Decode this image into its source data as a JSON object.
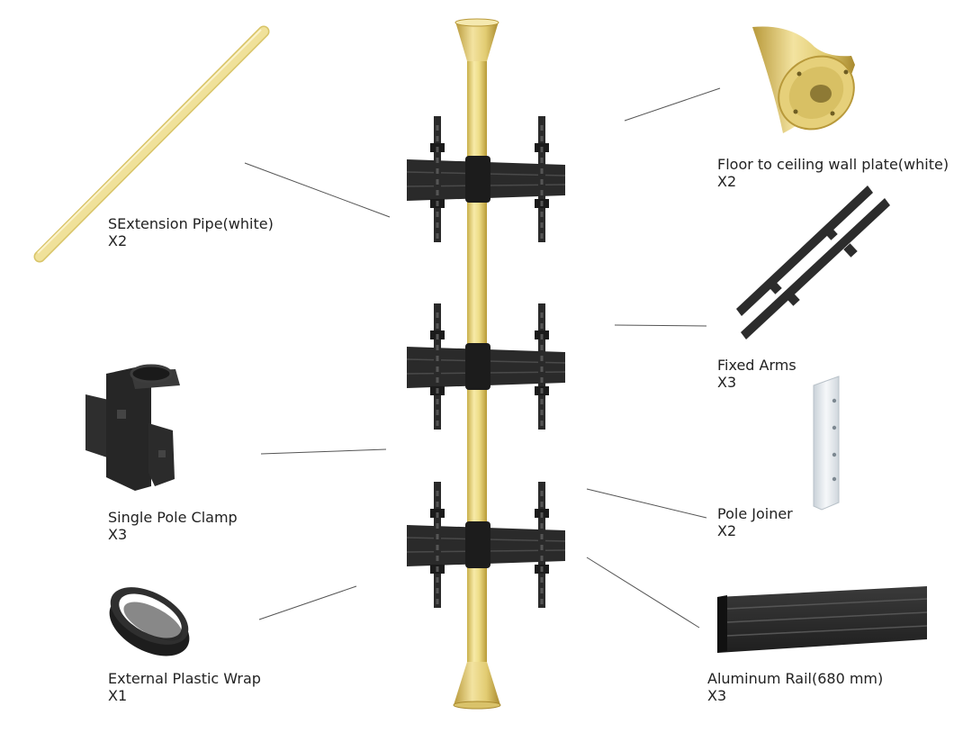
{
  "parts": [
    {
      "id": "extension-pipe",
      "name": "SExtension Pipe(white)",
      "qty": "X2"
    },
    {
      "id": "single-pole-clamp",
      "name": "Single Pole Clamp",
      "qty": "X3"
    },
    {
      "id": "external-plastic-wrap",
      "name": "External Plastic Wrap",
      "qty": "X1"
    },
    {
      "id": "wall-plate",
      "name": "Floor to ceiling wall plate(white)",
      "qty": "X2"
    },
    {
      "id": "fixed-arms",
      "name": "Fixed Arms",
      "qty": "X3"
    },
    {
      "id": "pole-joiner",
      "name": "Pole Joiner",
      "qty": "X2"
    },
    {
      "id": "aluminum-rail",
      "name": "Aluminum Rail(680 mm)",
      "qty": "X3"
    }
  ],
  "colors": {
    "pole": "#eedd88",
    "pole_shade": "#c9b04a",
    "bracket": "#2a2a2a",
    "bracket_light": "#4a4a4a",
    "joiner": "#e9eef2",
    "leader": "#555555"
  }
}
